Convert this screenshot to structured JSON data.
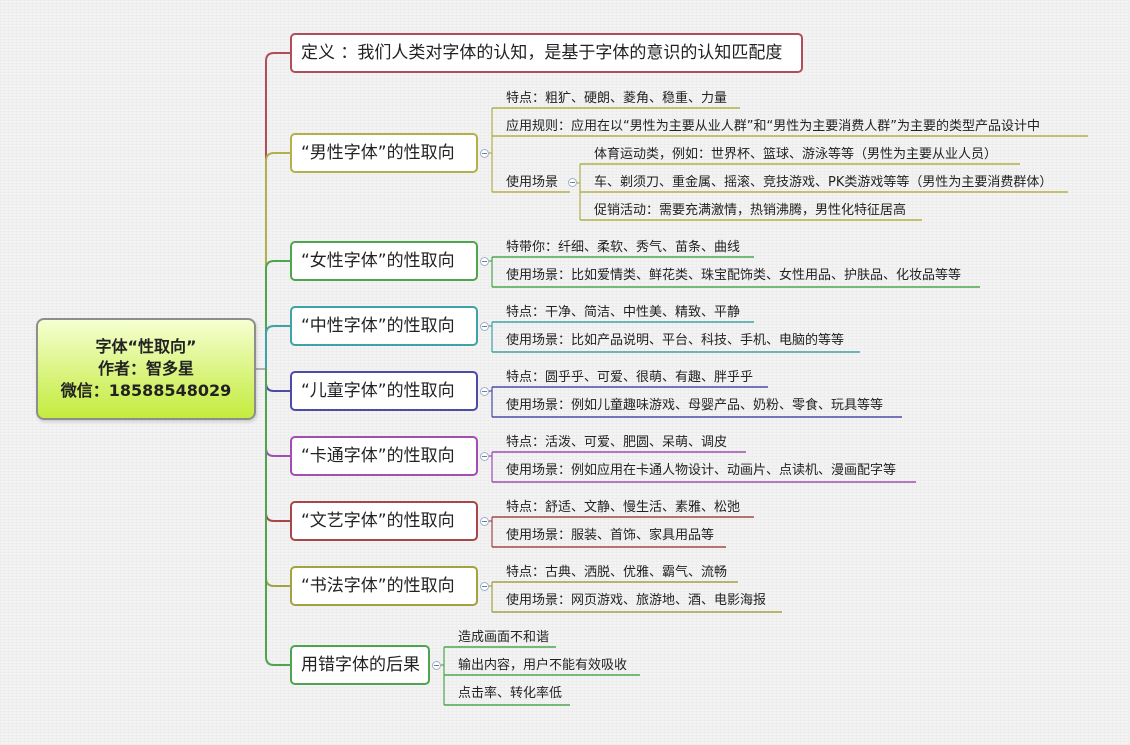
{
  "root": {
    "line1": "字体“性取向”",
    "line2": "作者：智多星",
    "line3": "微信：18588548029"
  },
  "definition": "定义 ：我们人类对字体的认知，是基于字体的意识的认知匹配度",
  "branches": [
    {
      "title": "“男性字体”的性取向",
      "color": "#b3b049",
      "items": [
        "特点：粗犷、硬朗、菱角、稳重、力量",
        "应用规则：应用在以“男性为主要从业人群”和“男性为主要消费人群”为主要的类型产品设计中",
        "使用场景"
      ],
      "scenes": [
        "体育运动类，例如：世界杯、篮球、游泳等等（男性为主要从业人员）",
        "车、剃须刀、重金属、摇滚、竞技游戏、PK类游戏等等（男性为主要消费群体）",
        "促销活动：需要充满激情，热销沸腾，男性化特征居高"
      ]
    },
    {
      "title": "“女性字体”的性取向",
      "color": "#4fa54f",
      "items": [
        "特带你：纤细、柔软、秀气、苗条、曲线",
        "使用场景：比如爱情类、鲜花类、珠宝配饰类、女性用品、护肤品、化妆品等等"
      ]
    },
    {
      "title": "“中性字体”的性取向",
      "color": "#3fa2a7",
      "items": [
        "特点：干净、简洁、中性美、精致、平静",
        "使用场景：比如产品说明、平台、科技、手机、电脑的等等"
      ]
    },
    {
      "title": "“儿童字体”的性取向",
      "color": "#4c4ca6",
      "items": [
        "特点：圆乎乎、可爱、很萌、有趣、胖乎乎",
        "使用场景：例如儿童趣味游戏、母婴产品、奶粉、零食、玩具等等"
      ]
    },
    {
      "title": "“卡通字体”的性取向",
      "color": "#a04fb0",
      "items": [
        "特点：活泼、可爱、肥圆、呆萌、调皮",
        "使用场景：例如应用在卡通人物设计、动画片、点读机、漫画配字等"
      ]
    },
    {
      "title": "“文艺字体”的性取向",
      "color": "#a54848",
      "items": [
        "特点：舒适、文静、慢生活、素雅、松弛",
        "使用场景：服装、首饰、家具用品等"
      ]
    },
    {
      "title": "“书法字体”的性取向",
      "color": "#a2a243",
      "items": [
        "特点：古典、洒脱、优雅、霸气、流畅",
        "使用场景：网页游戏、旅游地、酒、电影海报"
      ]
    },
    {
      "title": "用错字体的后果",
      "color": "#4fa54f",
      "items": [
        "造成画面不和谐",
        "输出内容，用户不能有效吸收",
        "点击率、转化率低"
      ]
    }
  ],
  "colors": {
    "definition": "#b14d5a",
    "root_border": "#8e8e8e",
    "root_fill": "#c9ee4e"
  }
}
